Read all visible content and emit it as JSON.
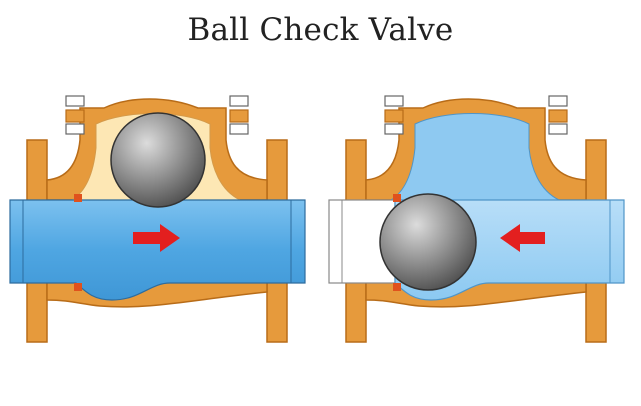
{
  "title": "Ball Check Valve",
  "colors": {
    "body_orange": "#e69a3c",
    "body_outline": "#b86c18",
    "cavity_cream": "#fde7b4",
    "flow_blue": "#5aaee6",
    "flow_blue_light": "#a6d6f6",
    "ball_gray": "#8a8a8a",
    "seat_red": "#e0521d",
    "arrow_red": "#e31f1f"
  },
  "panels": [
    {
      "state": "open",
      "flow_direction": "right",
      "ball_position": "lifted"
    },
    {
      "state": "closed",
      "flow_direction": "left",
      "ball_position": "seated"
    }
  ]
}
